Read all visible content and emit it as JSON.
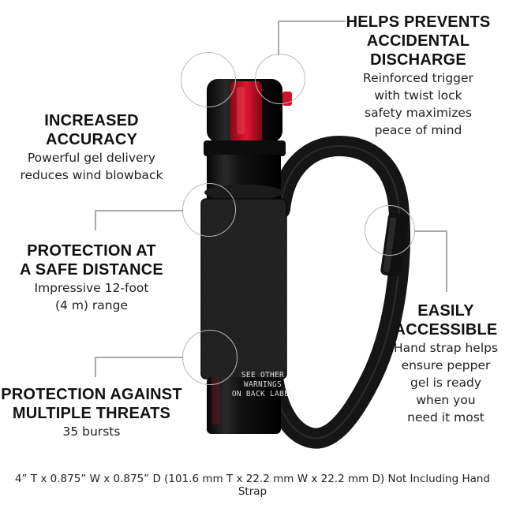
{
  "features": {
    "increased_accuracy": {
      "title": "INCREASED ACCURACY",
      "lines": [
        "Powerful gel delivery",
        "reduces wind blowback"
      ]
    },
    "protection_distance": {
      "title_lines": [
        "PROTECTION AT",
        "A SAFE DISTANCE"
      ],
      "lines": [
        "Impressive 12-foot",
        "(4 m) range"
      ]
    },
    "protection_threats": {
      "title_lines": [
        "PROTECTION AGAINST",
        "MULTIPLE THREATS"
      ],
      "lines": [
        "35 bursts"
      ]
    },
    "prevents_discharge": {
      "title_lines": [
        "HELPS PREVENTS",
        "ACCIDENTAL",
        "DISCHARGE"
      ],
      "lines": [
        "Reinforced trigger",
        "with twist lock",
        "safety maximizes",
        "peace of mind"
      ]
    },
    "easily_accessible": {
      "title_lines": [
        "EASILY",
        "ACCESSIBLE"
      ],
      "lines": [
        "Hand strap helps",
        "ensure pepper",
        "gel is ready",
        "when you",
        "need it most"
      ]
    }
  },
  "canister_label": {
    "lines": [
      "SEE OTHER",
      "WARNINGS",
      "ON BACK LABEL"
    ]
  },
  "footer": {
    "dimensions": "4” T x 0.875” W x 0.875” D (101.6 mm T x 22.2 mm W x 22.2 mm D) Not Including Hand Strap"
  },
  "colors": {
    "canister": "#0b0b0b",
    "strap": "#1c1c1c",
    "nozzle_red": "#d1102a",
    "callout_line": "#a9a9a9"
  }
}
